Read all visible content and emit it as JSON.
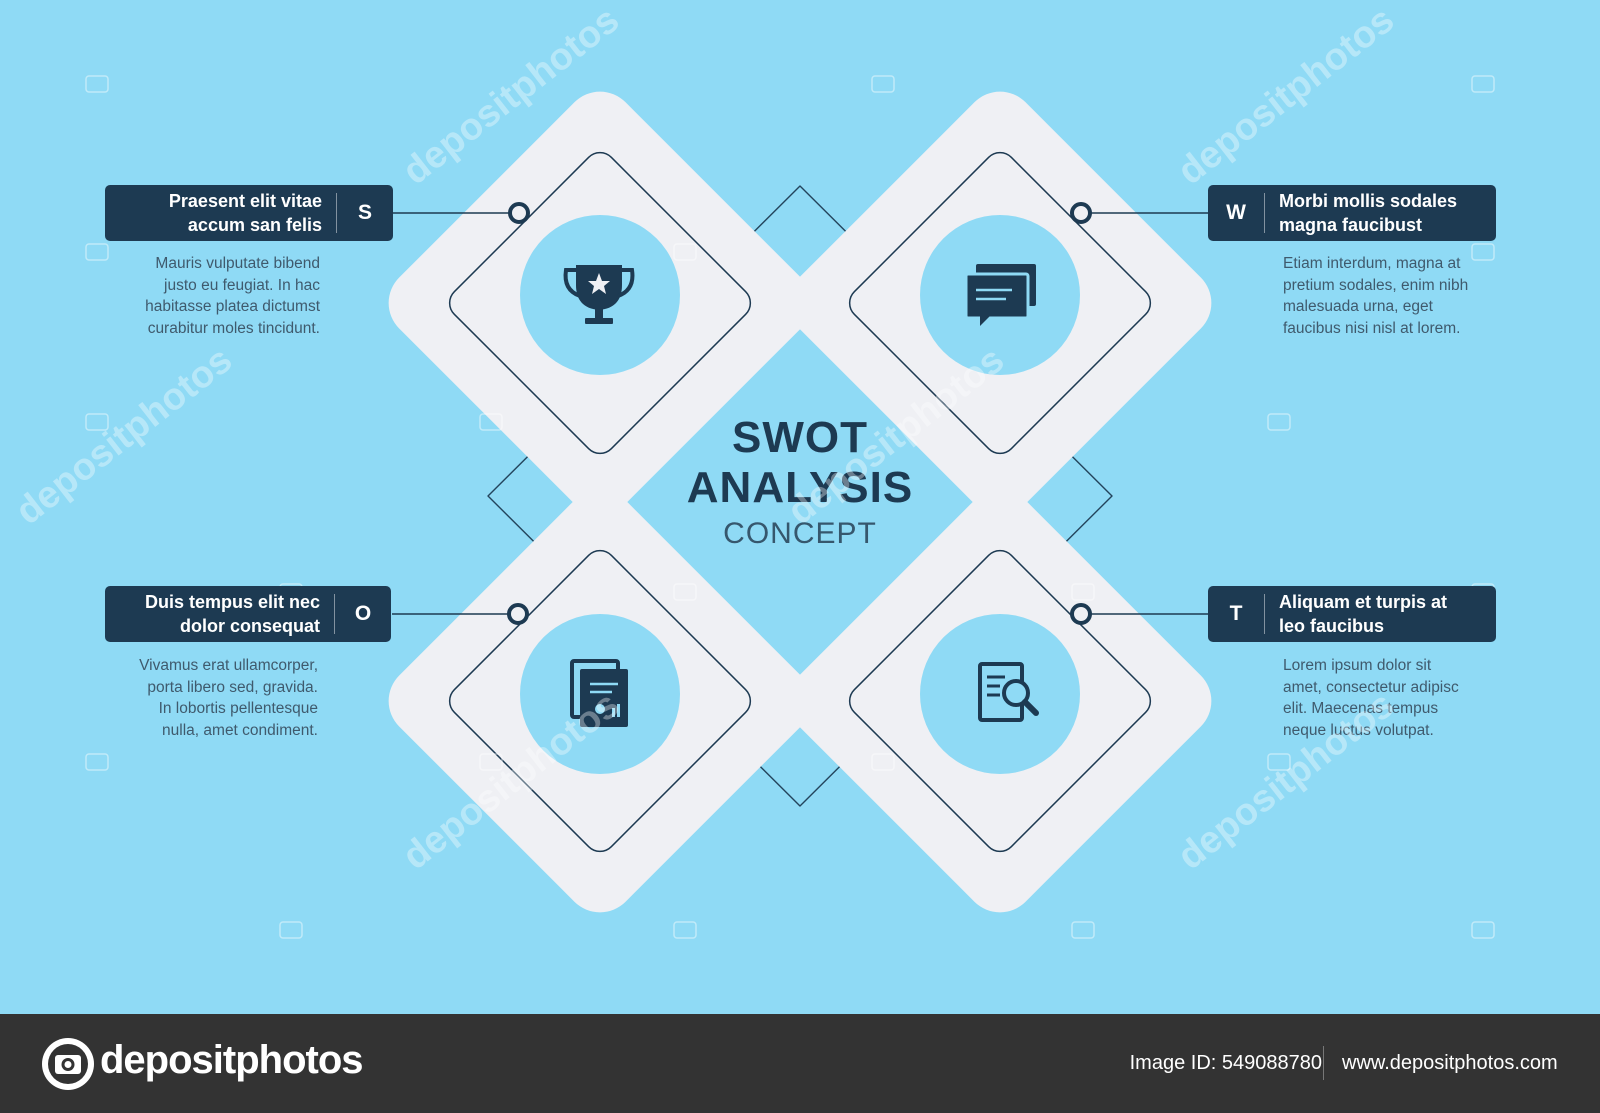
{
  "colors": {
    "background": "#8fdaf5",
    "tile": "#eff0f4",
    "dark": "#1d3a52",
    "text_muted": "#3f5a6d",
    "footer": "#333333"
  },
  "title": {
    "line1": "SWOT",
    "line2": "ANALYSIS",
    "line3": "CONCEPT"
  },
  "quadrants": [
    {
      "letter": "S",
      "heading": "Praesent elit vitae\naccum san felis",
      "description": "Mauris vulputate bibend\njusto eu feugiat. In hac\nhabitasse platea dictumst\ncurabitur moles tincidunt.",
      "icon": "trophy-icon"
    },
    {
      "letter": "W",
      "heading": "Morbi mollis sodales\nmagna faucibust",
      "description": "Etiam interdum, magna at\npretium sodales, enim nibh\nmalesuada urna, eget\nfaucibus nisi nisl at lorem.",
      "icon": "chat-bubbles-icon"
    },
    {
      "letter": "O",
      "heading": "Duis tempus elit nec\ndolor consequat",
      "description": "Vivamus erat ullamcorper,\nporta libero sed, gravida.\nIn lobortis pellentesque\nnulla, amet condiment.",
      "icon": "documents-icon"
    },
    {
      "letter": "T",
      "heading": "Aliquam et turpis at\nleo faucibus",
      "description": "Lorem ipsum dolor sit\namet, consectetur adipisc\nelit. Maecenas tempus\nneque luctus volutpat.",
      "icon": "document-search-icon"
    }
  ],
  "watermark": {
    "text": "depositphotos"
  },
  "footer": {
    "brand": "depositphotos",
    "image_id": "Image ID: 549088780",
    "url": "www.depositphotos.com"
  }
}
